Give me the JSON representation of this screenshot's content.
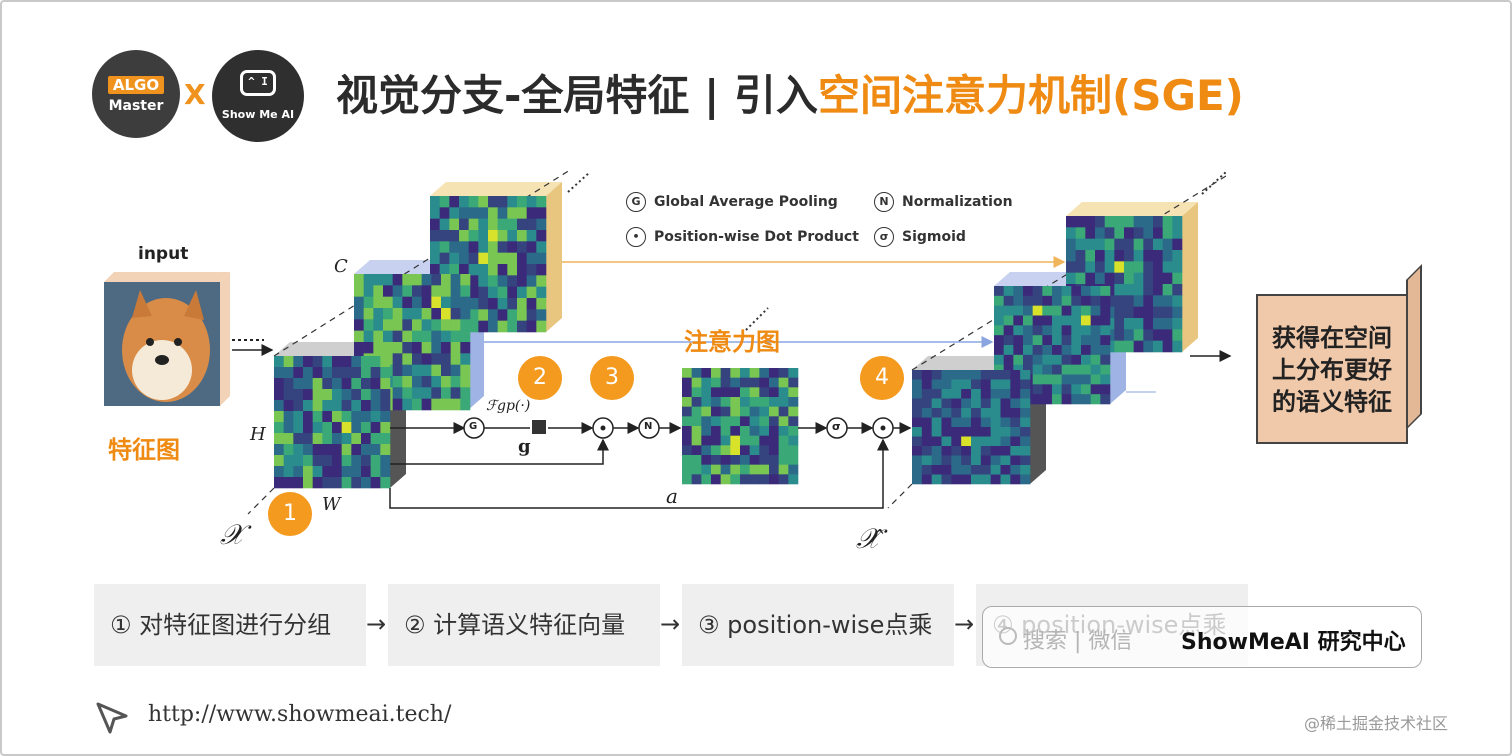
{
  "header": {
    "logo_left_top": "ALGO",
    "logo_left_bottom": "Master",
    "logo_sep": "X",
    "logo_right_screen": "^ I",
    "logo_right_text": "Show Me AI",
    "title_main": "视觉分支-全局特征 | 引入",
    "title_accent": "空间注意力机制",
    "title_suffix": "(SGE)"
  },
  "diagram": {
    "input_label": "input",
    "feature_map_label": "特征图",
    "attention_label": "注意力图",
    "result_text_line1": "获得在空间",
    "result_text_line2": "上分布更好",
    "result_text_line3": "的语义特征",
    "axis_c": "C",
    "axis_h": "H",
    "axis_w": "W",
    "symbol_x": "𝒳",
    "symbol_xhat": "𝒳̂",
    "symbol_fgp": "ℱgp(·)",
    "symbol_g": "g",
    "symbol_a": "a",
    "step_numbers": [
      "1",
      "2",
      "3",
      "4"
    ],
    "legend": [
      {
        "symbol": "G",
        "label": "Global Average Pooling"
      },
      {
        "symbol": "•",
        "label": "Position-wise Dot Product"
      },
      {
        "symbol": "N",
        "label": "Normalization"
      },
      {
        "symbol": "σ",
        "label": "Sigmoid"
      }
    ],
    "colors": {
      "accent": "#ef8a12",
      "circle": "#f39a1f",
      "result_box": "#f0c9aa",
      "heat_dark": "#3b2a7a",
      "heat_mid": "#2a8c8c",
      "heat_light": "#d9e22a"
    }
  },
  "steps": [
    {
      "label": "① 对特征图进行分组"
    },
    {
      "label": "② 计算语义特征向量"
    },
    {
      "label": "③ position-wise点乘"
    },
    {
      "label": "④ position-wise点乘"
    }
  ],
  "step_arrow": "→",
  "watermark": {
    "search": "搜索 | 微信",
    "brand": "ShowMeAI 研究中心"
  },
  "footer": {
    "url": "http://www.showmeai.tech/",
    "credit": "@稀土掘金技术社区"
  }
}
